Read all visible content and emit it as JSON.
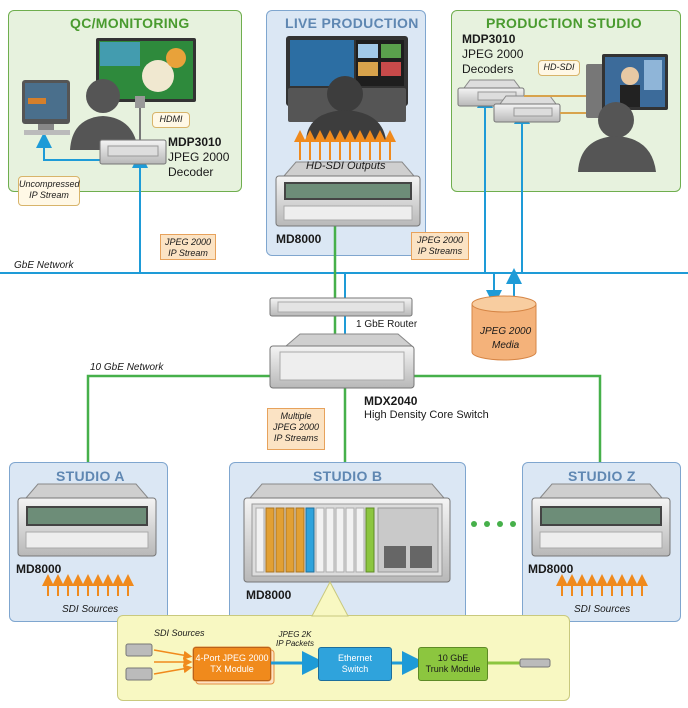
{
  "sections": {
    "qc_title": "QC/MONITORING",
    "live_title": "LIVE PRODUCTION",
    "prod_title": "PRODUCTION STUDIO",
    "studio_a_title": "STUDIO A",
    "studio_b_title": "STUDIO B",
    "studio_z_title": "STUDIO Z"
  },
  "qc": {
    "device_model": "MDP3010",
    "device_desc_1": "JPEG 2000",
    "device_desc_2": "Decoder",
    "hdmi_label": "HDMI",
    "uncompressed_1": "Uncompressed",
    "uncompressed_2": "IP Stream",
    "stream_callout_1": "JPEG 2000",
    "stream_callout_2": "IP Stream"
  },
  "live": {
    "outputs_label": "HD-SDI Outputs",
    "device": "MD8000",
    "streams_callout_1": "JPEG 2000",
    "streams_callout_2": "IP Streams"
  },
  "prod": {
    "device_model": "MDP3010",
    "device_desc_1": "JPEG 2000",
    "device_desc_2": "Decoders",
    "hdsdi_label": "HD-SDI"
  },
  "network": {
    "gbe_label": "GbE Network",
    "tengbe_label": "10 GbE Network",
    "router_label": "1 GbE Router",
    "core_model": "MDX2040",
    "core_desc": "High Density Core Switch",
    "multi_callout_1": "Multiple",
    "multi_callout_2": "JPEG 2000",
    "multi_callout_3": "IP Streams",
    "media_1": "JPEG 2000",
    "media_2": "Media"
  },
  "studios": {
    "a_device": "MD8000",
    "a_sources": "SDI Sources",
    "b_device": "MD8000",
    "z_device": "MD8000",
    "z_sources": "SDI Sources",
    "ellipsis": "• • • •"
  },
  "detail": {
    "sdi_sources": "SDI Sources",
    "tx_module_1": "4-Port JPEG 2000",
    "tx_module_2": "TX Module",
    "packets_1": "JPEG 2K",
    "packets_2": "IP Packets",
    "eth_1": "Ethernet",
    "eth_2": "Switch",
    "trunk_1": "10 GbE",
    "trunk_2": "Trunk Module"
  },
  "colors": {
    "gbe_line": "#1e9bd7",
    "tengbe_line": "#46b04a",
    "arrow_orange": "#f08a1c",
    "panel_green": "#e7f2de",
    "panel_blue": "#dbe7f4"
  }
}
